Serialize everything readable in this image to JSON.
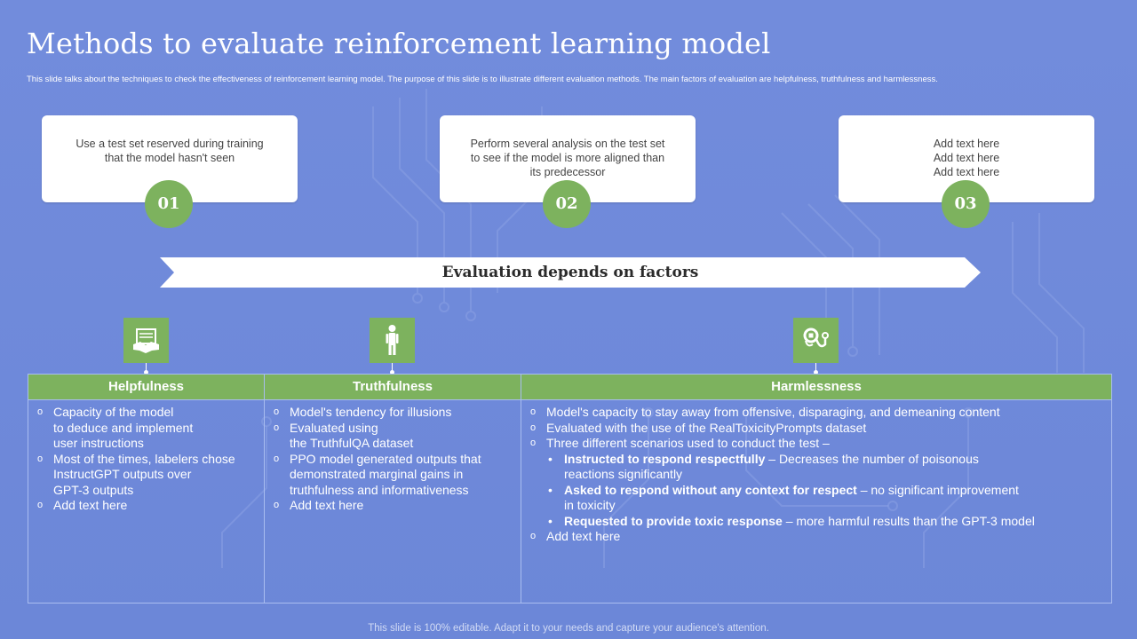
{
  "title": "Methods to evaluate reinforcement learning model",
  "subtitle": "This slide talks about the techniques to check the effectiveness of reinforcement learning model.  The purpose of this slide is to illustrate different evaluation methods. The  main  factors of evaluation are helpfulness, truthfulness and harmlessness.",
  "steps": [
    {
      "num": "01",
      "text": "Use a test set reserved  during training\nthat the model hasn't seen"
    },
    {
      "num": "02",
      "text": "Perform  several  analysis on the test set\nto see if the model is more aligned than\nits predecessor"
    },
    {
      "num": "03",
      "text": "Add text here\nAdd text here\nAdd text here"
    }
  ],
  "banner": "Evaluation depends on factors",
  "icons": {
    "helpfulness": "handshake-icon",
    "truthfulness": "person-icon",
    "harmlessness": "stethoscope-icon"
  },
  "colors": {
    "background": "#6f8ad8",
    "accent_green": "#7db25e",
    "card": "#ffffff"
  },
  "columns": [
    {
      "header": "Helpfulness",
      "items": [
        "Capacity of the model\nto deduce and implement\nuser instructions",
        "Most of the times, labelers chose\nInstructGPT outputs over\nGPT-3 outputs",
        "Add text here"
      ]
    },
    {
      "header": "Truthfulness",
      "items": [
        "Model's tendency for illusions",
        "Evaluated using\nthe TruthfulQA dataset",
        "PPO model generated outputs that\ndemonstrated marginal gains in\ntruthfulness and informativeness",
        "Add text here"
      ]
    },
    {
      "header": "Harmlessness",
      "items": [
        "Model's capacity to stay away from offensive, disparaging, and demeaning content",
        "Evaluated with the use of the RealToxicityPrompts dataset",
        "Three different scenarios used to conduct the test –"
      ],
      "scenarios": [
        {
          "bold": "Instructed to respond respectfully",
          "rest": " – Decreases the number of poisonous\nreactions significantly"
        },
        {
          "bold": "Asked to respond without any context for respect",
          "rest": " – no significant improvement\nin toxicity"
        },
        {
          "bold": "Requested to provide toxic response",
          "rest": " – more harmful results than the GPT-3 model"
        }
      ],
      "last_item": "Add text here"
    }
  ],
  "footer": "This slide is 100% editable. Adapt it to your needs and capture your audience's attention."
}
